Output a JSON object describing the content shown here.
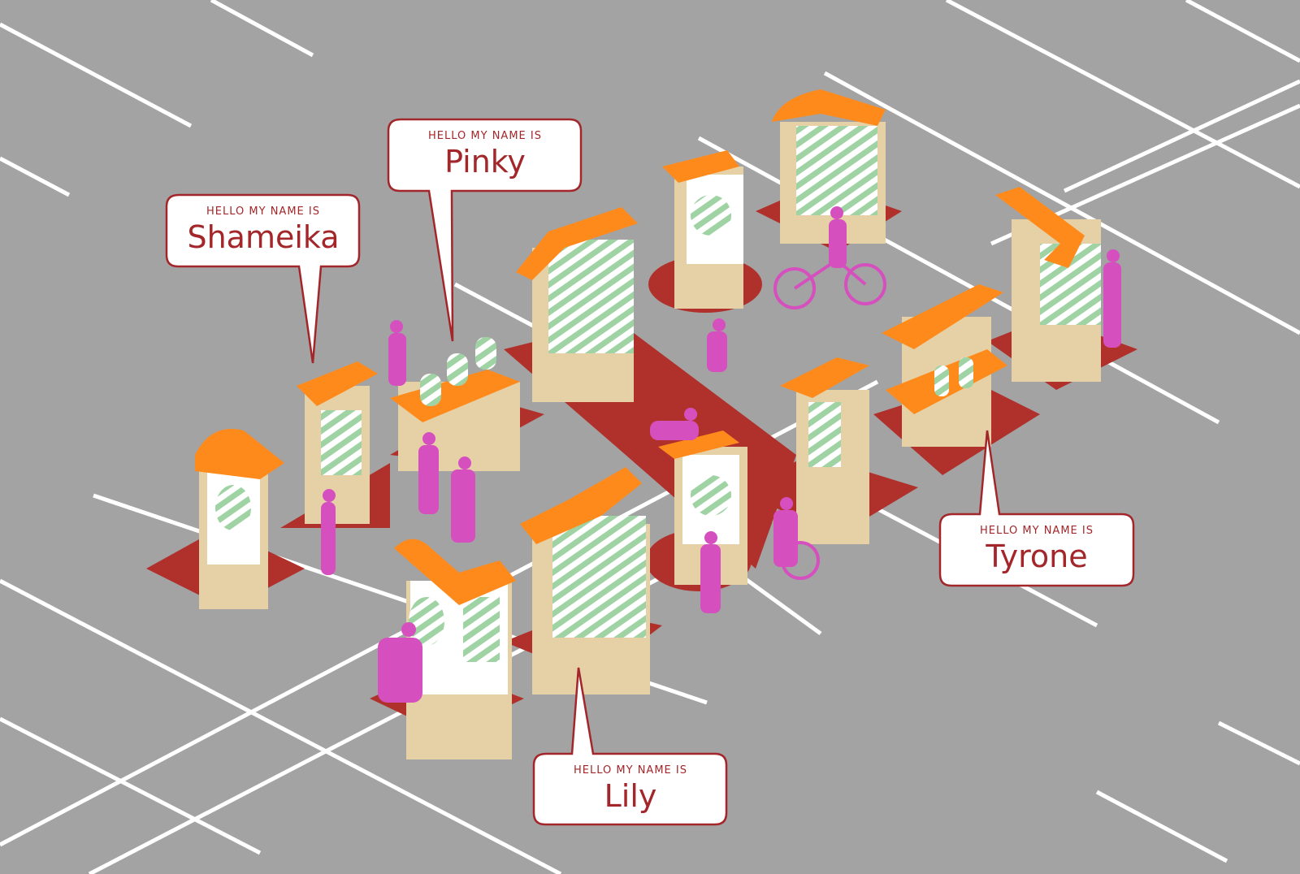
{
  "colors": {
    "ground": "#a3a3a3",
    "lines": "#ffffff",
    "carpet": "#b0312b",
    "roof": "#ff8a1c",
    "wood": "#e6d1a6",
    "panel": "#ffffff",
    "stripes": "#9fd3a4",
    "people": "#d64fbf",
    "callout_text": "#a3262a"
  },
  "callouts": [
    {
      "greeting": "HELLO MY NAME IS",
      "name": "Shameika"
    },
    {
      "greeting": "HELLO MY NAME IS",
      "name": "Pinky"
    },
    {
      "greeting": "HELLO MY NAME IS",
      "name": "Tyrone"
    },
    {
      "greeting": "HELLO MY NAME IS",
      "name": "Lily"
    }
  ]
}
